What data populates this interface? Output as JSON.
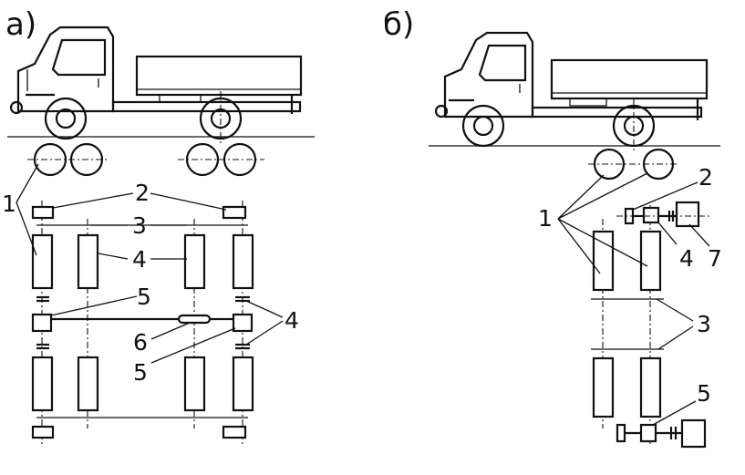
{
  "panels": [
    {
      "letter": "а)",
      "callouts": {
        "c1": "1",
        "c2": "2",
        "c3": "3",
        "c4a": "4",
        "c4b": "4",
        "c5a": "5",
        "c5b": "5",
        "c6": "6"
      }
    },
    {
      "letter": "б)",
      "callouts": {
        "c1": "1",
        "c2": "2",
        "c3": "3",
        "c4": "4",
        "c5": "5",
        "c7": "7"
      }
    }
  ]
}
